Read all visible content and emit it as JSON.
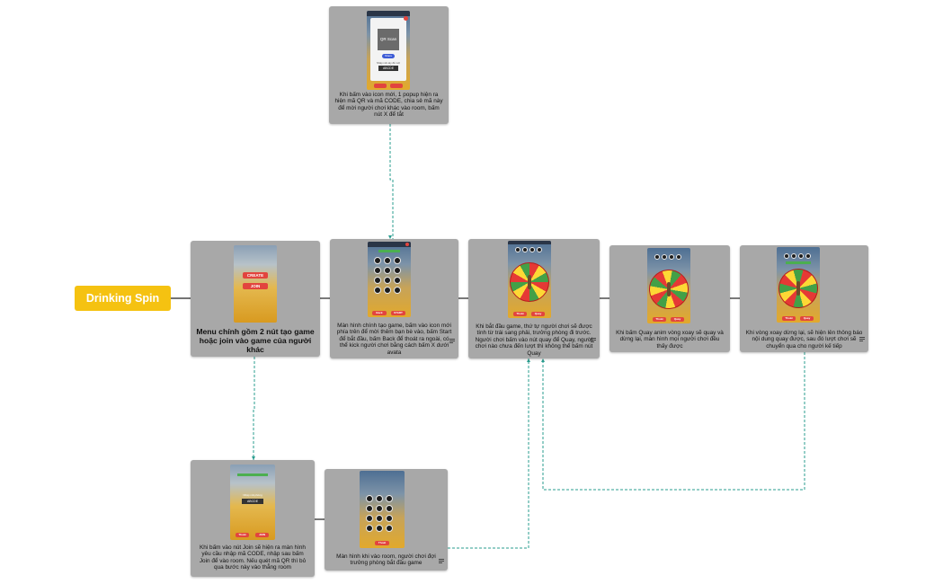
{
  "diagram": {
    "title": "Drinking Spin",
    "colors": {
      "title_bg": "#f5c211",
      "card_bg": "#a8a8a8",
      "connector_dashed": "#2a9d8f",
      "connector_solid": "#222222",
      "button_red": "#e2443e"
    },
    "nodes": [
      {
        "id": "popup-qr",
        "caption": "Khi bấm vào icon mới, 1 popup hiện ra hiện mã QR và mã CODE, chia sẻ mã này để mời người chơi khác vào room, bấm nút X để tắt",
        "screen": {
          "qr_label": "QR Scan",
          "code": "ABCDE",
          "share_label": "Share",
          "hint": "Nhập mã này để mời"
        }
      },
      {
        "id": "main-menu",
        "caption": "Menu chính gồm 2 nút tạo game hoặc join vào game của người khác",
        "screen": {
          "create_label": "CREATE",
          "join_label": "JOIN"
        }
      },
      {
        "id": "create-game",
        "caption": "Màn hình chính tạo game, bấm vào icon mới phía trên để mời thêm bạn bè vào, bấm Start để bắt đầu, bấm Back để thoát ra ngoài, có thể kick người chơi bằng cách bấm X dưới avata",
        "screen": {
          "back_label": "Back",
          "start_label": "START"
        }
      },
      {
        "id": "start-game",
        "caption": "Khi bắt đầu game, thứ tự người chơi sẽ được tính từ trái sang phải, trưởng phòng đi trước. Người chơi bấm vào nút quay để Quay, người chơi nào chưa đến lượt thì không thể bấm nút Quay",
        "screen": {
          "back_label": "Thoát",
          "spin_label": "Quay"
        }
      },
      {
        "id": "spin-anim",
        "caption": "Khi bấm Quay anim vòng xoay sẽ quay và dừng lại, màn hình mọi người chơi đều thấy được",
        "screen": {
          "back_label": "Thoát",
          "spin_label": "Quay"
        }
      },
      {
        "id": "spin-result",
        "caption": "Khi vòng xoay dừng lại, sẽ hiện lên thông báo nội dung quay được, sau đó lượt chơi sẽ chuyển qua cho người kế tiếp",
        "screen": {
          "back_label": "Thoát",
          "spin_label": "Quay"
        }
      },
      {
        "id": "join-code",
        "caption": "Khi bấm vào nút Join sẽ hiện ra màn hình yêu cầu nhập mã CODE, nhập sau bấm Join để vào room. Nếu quét mã QR thì bỏ qua bước này vào thẳng room",
        "screen": {
          "heading": "Nhập mã phòng",
          "code": "ABCDE",
          "back_label": "Thoát",
          "join_label": "JOIN"
        }
      },
      {
        "id": "in-room",
        "caption": "Màn hình khi vào room, người chơi đợi trưởng phòng bắt đầu game",
        "screen": {
          "back_label": "Thoát"
        }
      }
    ]
  }
}
